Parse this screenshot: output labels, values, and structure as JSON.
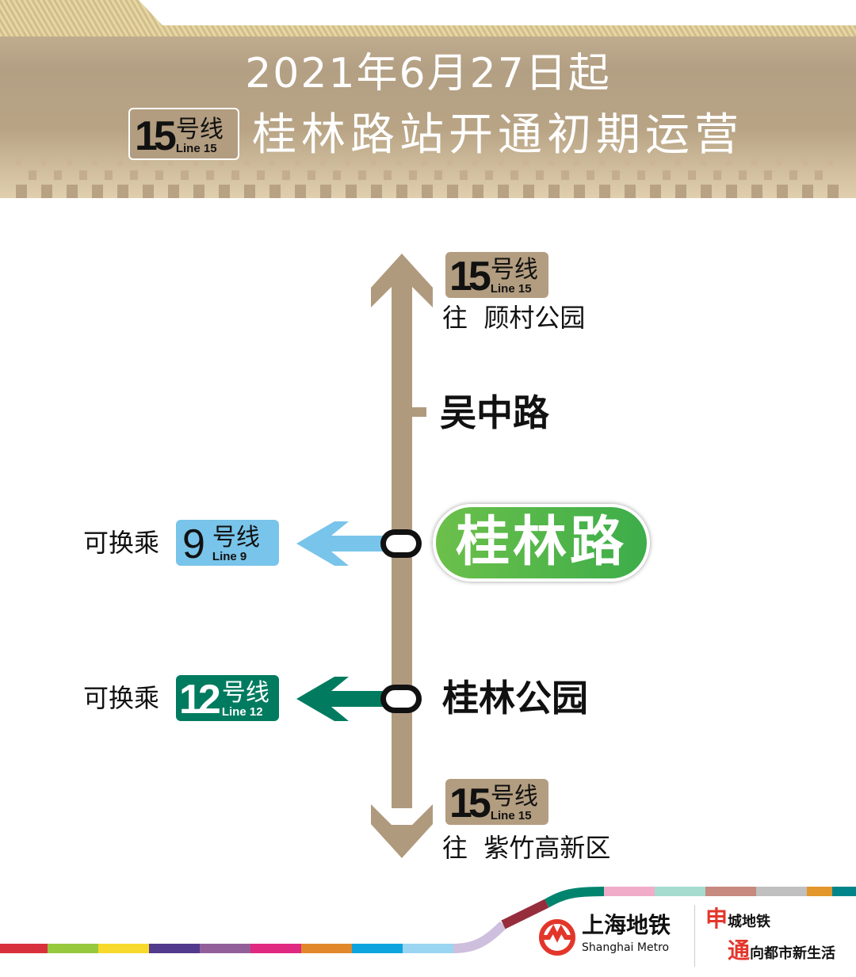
{
  "header": {
    "date_line": "2021年6月27日起",
    "line_badge": {
      "number": "15",
      "zh": "号线",
      "en": "Line 15"
    },
    "headline": "桂林路站开通初期运营"
  },
  "diagram": {
    "line_color": "#b09a7e",
    "north": {
      "badge": {
        "number": "15",
        "zh": "号线",
        "en": "Line 15"
      },
      "prefix": "往",
      "destination": "顾村公园"
    },
    "stations": [
      {
        "name": "吴中路"
      },
      {
        "name": "桂林路",
        "highlight": true,
        "transfer": {
          "label": "可换乘",
          "number": "9",
          "zh": "号线",
          "en": "Line 9",
          "color": "#79c4ea"
        }
      },
      {
        "name": "桂林公园",
        "transfer": {
          "label": "可换乘",
          "number": "12",
          "zh": "号线",
          "en": "Line 12",
          "color": "#007b5f"
        }
      }
    ],
    "south": {
      "badge": {
        "number": "15",
        "zh": "号线",
        "en": "Line 15"
      },
      "prefix": "往",
      "destination": "紫竹高新区"
    }
  },
  "footer": {
    "logo_zh": "上海地铁",
    "logo_en": "Shanghai Metro",
    "slogan_1_big": "申",
    "slogan_1": "城地铁",
    "slogan_2_big": "通",
    "slogan_2": "向都市新生活"
  }
}
